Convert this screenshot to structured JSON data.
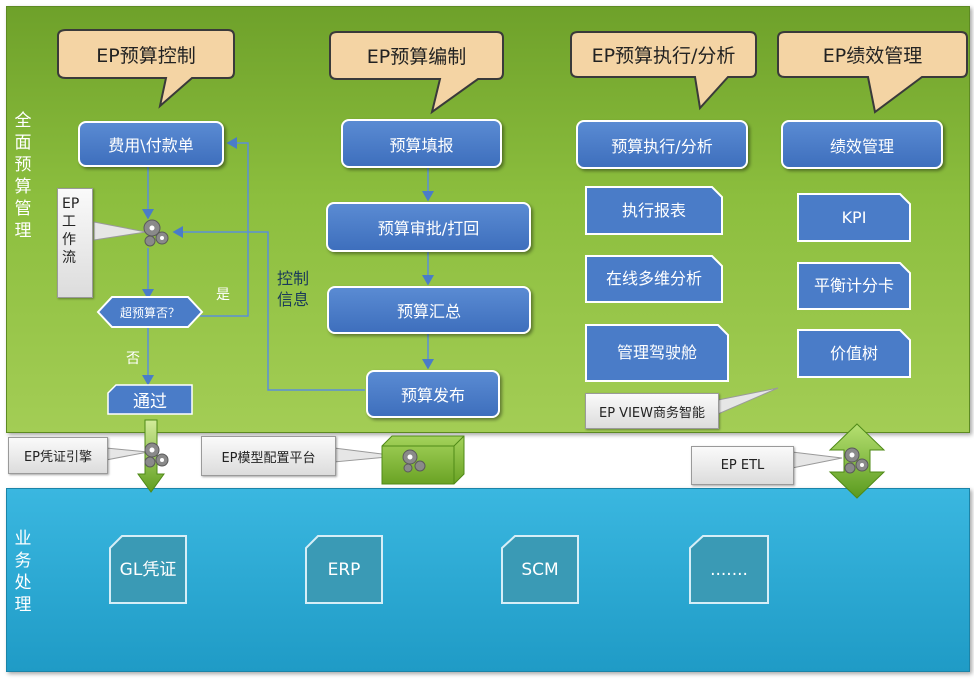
{
  "side_labels": {
    "top": "全面预算管理",
    "bottom": "业务处理"
  },
  "callouts": [
    "EP预算控制",
    "EP预算编制",
    "EP预算执行/分析",
    "EP绩效管理"
  ],
  "control_column": {
    "start": "费用\\付款单",
    "workflow_label": "EP工作流",
    "decision": "超预算否？",
    "yes": "是",
    "no": "否",
    "pass": "通过"
  },
  "control_info_label": "控制信息",
  "budgeting_steps": [
    "预算填报",
    "预算审批/打回",
    "预算汇总",
    "预算发布"
  ],
  "analysis": {
    "header": "预算执行/分析",
    "items": [
      "执行报表",
      "在线多维分析",
      "管理驾驶舱"
    ],
    "bi_label": "EP VIEW商务智能"
  },
  "performance": {
    "header": "绩效管理",
    "items": [
      "KPI",
      "平衡计分卡",
      "价值树"
    ]
  },
  "middle_labels": {
    "voucher_engine": "EP凭证引擎",
    "model_platform": "EP模型配置平台",
    "etl": "EP ETL"
  },
  "business_modules": [
    "GL凭证",
    "ERP",
    "SCM",
    "......."
  ],
  "colors": {
    "green_panel": "#8cbe3e",
    "blue_panel": "#2aa9d6",
    "button": "#4a7cc8",
    "callout": "#f4d4a4",
    "teal_card": "#3a9ab5"
  }
}
